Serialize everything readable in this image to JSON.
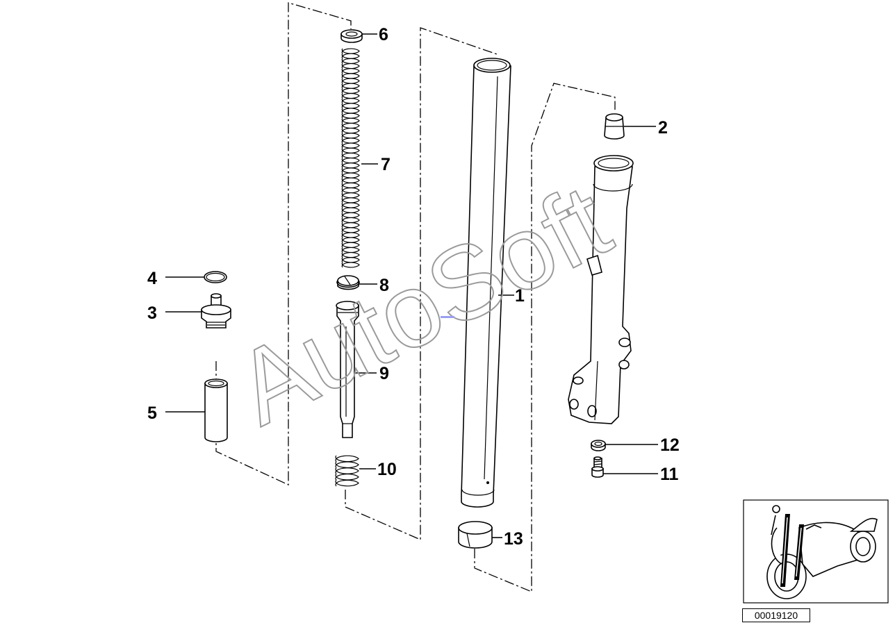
{
  "diagram": {
    "drawing_number": "00019120",
    "watermark": "AutoSoft",
    "callouts": {
      "1": "1",
      "2": "2",
      "3": "3",
      "4": "4",
      "5": "5",
      "6": "6",
      "7": "7",
      "8": "8",
      "9": "9",
      "10": "10",
      "11": "11",
      "12": "12",
      "13": "13"
    }
  }
}
